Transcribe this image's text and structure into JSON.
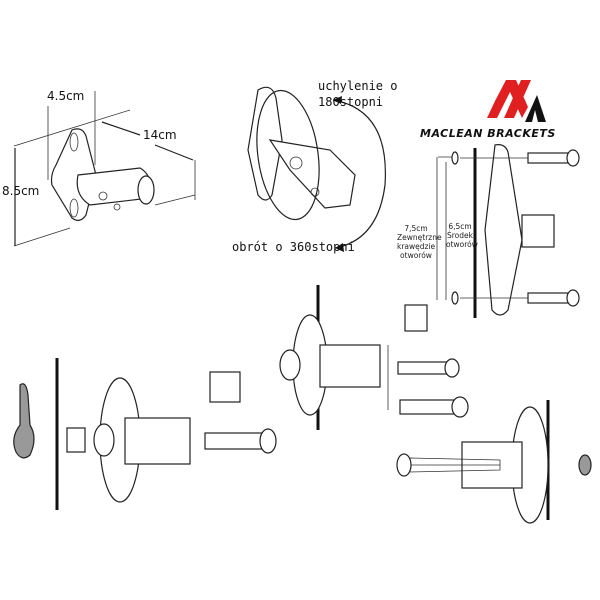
{
  "logo": {
    "brand": "MACLEAN BRACKETS",
    "colors": {
      "red": "#e02020",
      "black": "#111111"
    }
  },
  "dimensions": {
    "depth": "4.5cm",
    "length": "14cm",
    "height": "8.5cm"
  },
  "rotation": {
    "tilt_line1": "uchylenie o",
    "tilt_line2": "180stopni",
    "swivel": "obrót o 360stopni"
  },
  "hole_spacing": {
    "outer_value": "7,5cm",
    "outer_desc_1": "Zewnętrzne",
    "outer_desc_2": "krawędzie",
    "outer_desc_3": "otworów",
    "center_value": "6,5cm",
    "center_desc_1": "Środek",
    "center_desc_2": "otworów"
  }
}
